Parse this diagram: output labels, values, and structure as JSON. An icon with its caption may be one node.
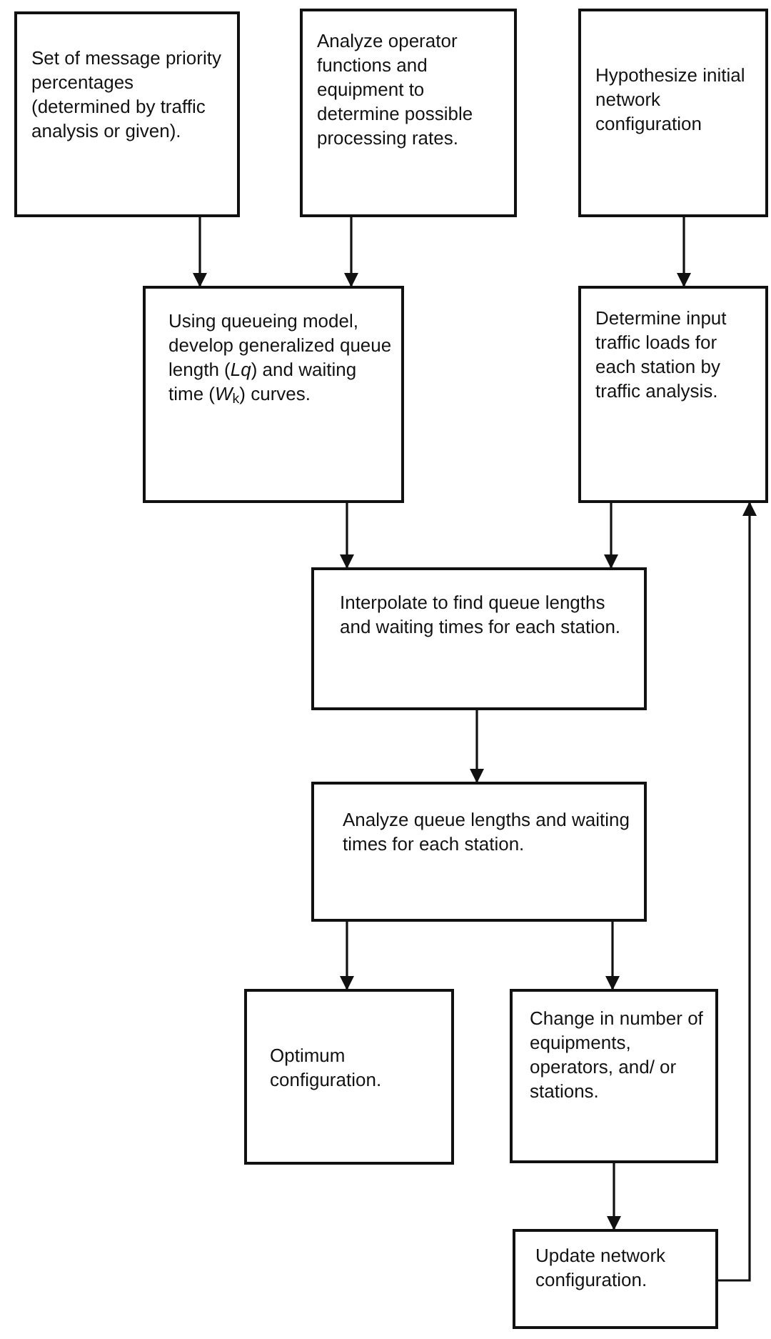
{
  "diagram": {
    "nodes": [
      {
        "text": [
          "Set of message priority percentages (determined by traffic analysis or given)."
        ]
      },
      {
        "text": [
          "Analyze operator functions and equipment to determine possible processing rates."
        ]
      },
      {
        "text": [
          "Hypothesize initial network configuration"
        ]
      },
      {
        "text": [
          "Using queueing model, develop generalized queue length (*Lq*) and waiting time (*W*$_{k}$) curves."
        ]
      },
      {
        "text": [
          "Determine input traffic loads for each station by traffic analysis."
        ]
      },
      {
        "text": [
          "Interpolate to find queue lengths and waiting times for each station."
        ]
      },
      {
        "text": [
          "Analyze queue lengths and waiting times for each station."
        ]
      },
      {
        "text": [
          "Optimum configuration."
        ]
      },
      {
        "text": [
          "Change in number of equipments, operators, and/ or stations."
        ]
      },
      {
        "text": [
          "Update network configuration."
        ]
      }
    ],
    "edges": [
      {
        "from": 0,
        "to": 3,
        "arrow": "to"
      },
      {
        "from": 1,
        "to": 3,
        "arrow": "to"
      },
      {
        "from": 2,
        "to": 4,
        "arrow": "to"
      },
      {
        "from": 3,
        "to": 5,
        "arrow": "to"
      },
      {
        "from": 4,
        "to": 5,
        "arrow": "to"
      },
      {
        "from": 5,
        "to": 6,
        "arrow": "to"
      },
      {
        "from": 6,
        "to": 7,
        "arrow": "to"
      },
      {
        "from": 6,
        "to": 8,
        "arrow": "to"
      },
      {
        "from": 8,
        "to": 9,
        "arrow": "to"
      },
      {
        "from": 9,
        "to": 4,
        "arrow": "to"
      }
    ]
  }
}
